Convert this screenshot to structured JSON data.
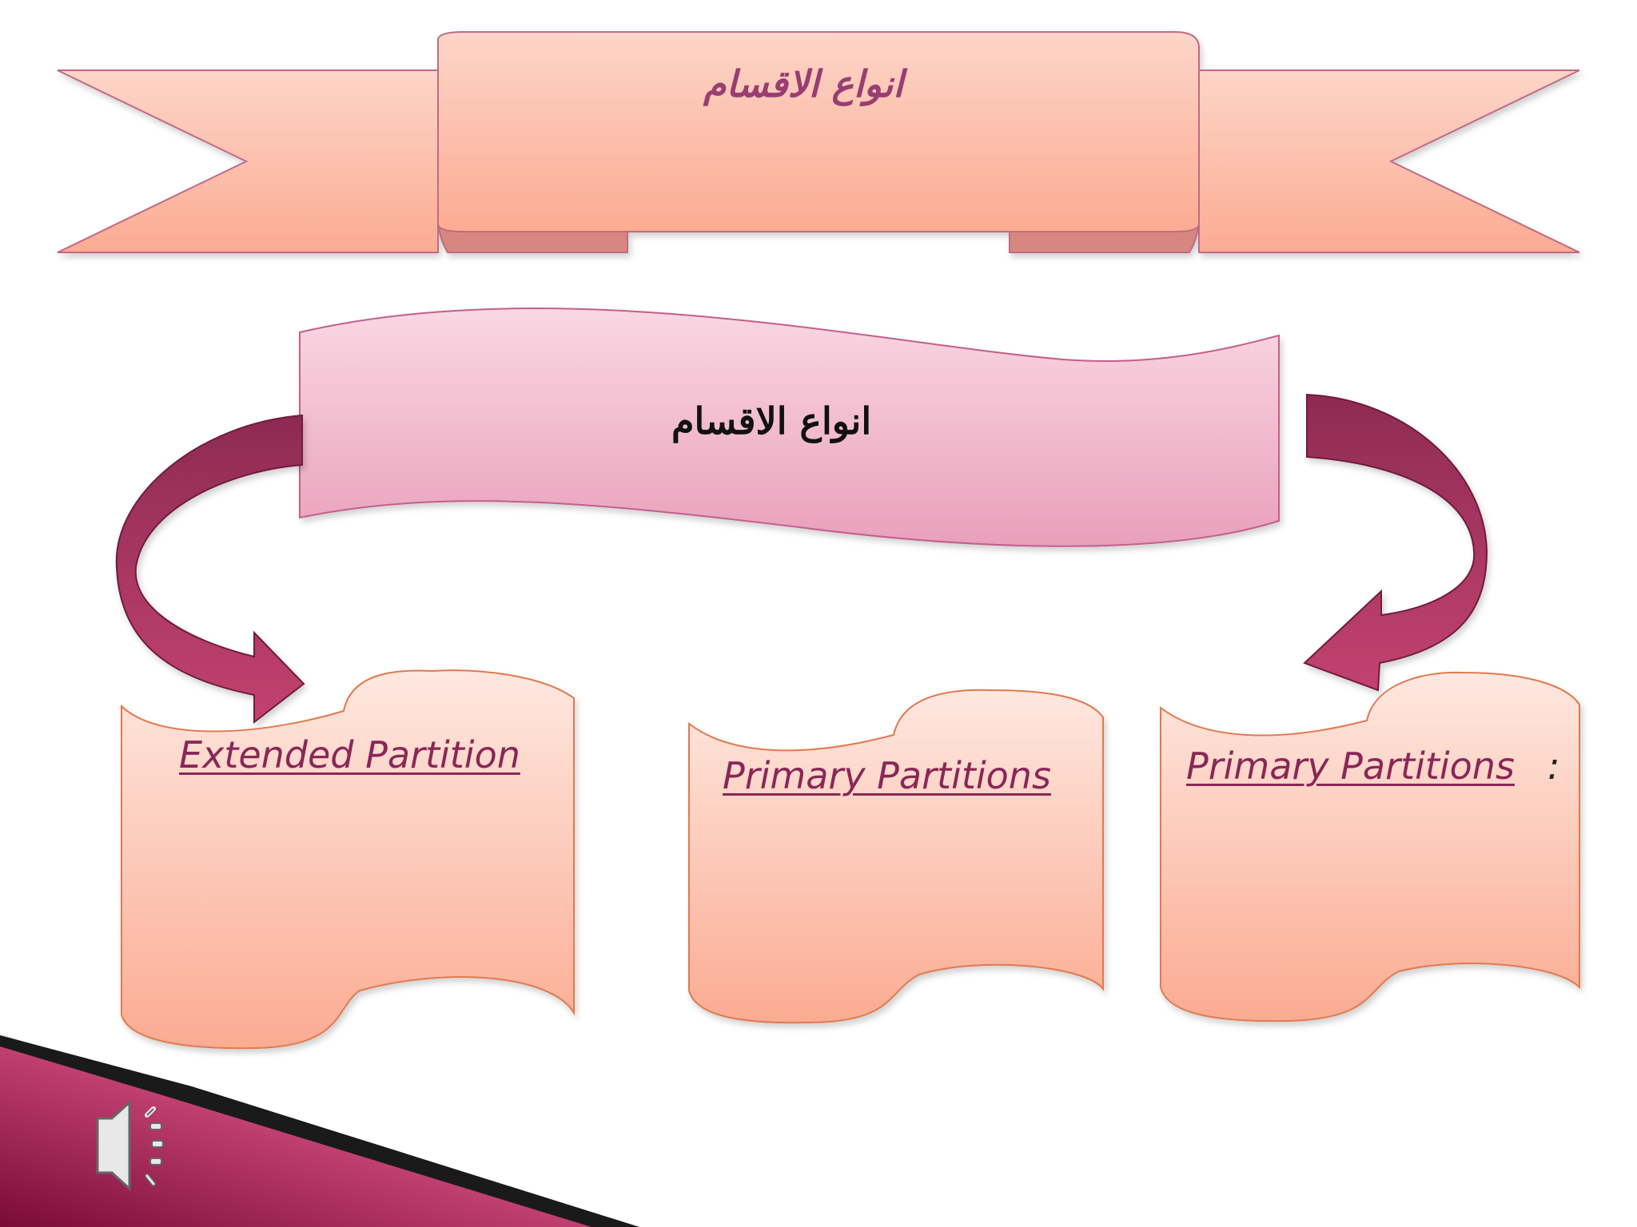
{
  "banner": {
    "title": "انواع الاقسام"
  },
  "center_shape": {
    "title": "انواع الاقسام"
  },
  "cards": [
    {
      "label": "Extended Partition"
    },
    {
      "label": "Primary Partitions "
    },
    {
      "label": "Primary Partitions ",
      "suffix": ":"
    }
  ],
  "icons": {
    "audio": "speaker-icon"
  },
  "colors": {
    "ribbon": "#fcc5ae",
    "wave": "#f0b6c9",
    "arrow": "#b83f6c",
    "card": "#fdbfa5",
    "accent": "#8a1a45"
  }
}
